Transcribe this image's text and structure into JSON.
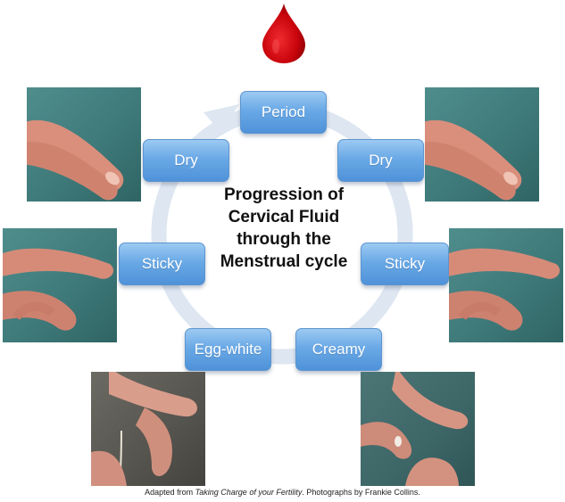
{
  "title": {
    "line1": "Progression of",
    "line2": "Cervical Fluid",
    "line3": "through the",
    "line4": "Menstrual cycle"
  },
  "stages": {
    "period": "Period",
    "dry_right": "Dry",
    "sticky_right": "Sticky",
    "creamy": "Creamy",
    "egg_white": "Egg-white",
    "sticky_left": "Sticky",
    "dry_left": "Dry"
  },
  "caption": {
    "prefix": "Adapted from ",
    "book": "Taking Charge of your Fertility",
    "suffix": ". Photographs by Frankie Collins."
  },
  "icons": {
    "blood_drop": "blood-drop-icon",
    "cycle_arrow": "cycle-arrow-icon"
  },
  "colors": {
    "box_top": "#9ccaf2",
    "box_bottom": "#4f92d9",
    "ring": "#dce6f1",
    "blood": "#d40712"
  }
}
